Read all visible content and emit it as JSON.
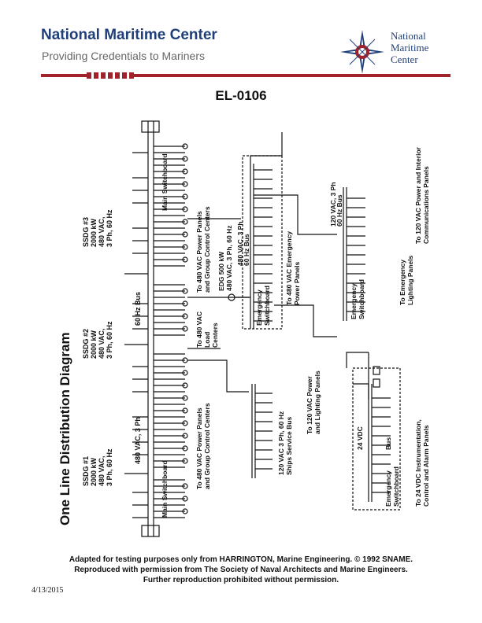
{
  "header": {
    "org_title": "National Maritime Center",
    "tagline": "Providing Credentials to Mariners",
    "logo_text_line1": "National",
    "logo_text_line2": "Maritime",
    "logo_text_line3": "Center",
    "logo_icon": "compass-seal-icon"
  },
  "document": {
    "id": "EL-0106"
  },
  "diagram": {
    "title": "One Line Distribution Diagram",
    "ssdg1": [
      "SSDG #1",
      "2000 kW",
      "480 VAC,",
      "3 Ph, 60 Hz"
    ],
    "ssdg2": [
      "SSDG #2",
      "2000 kW",
      "480 VAC,",
      "3 Ph, 60 Hz"
    ],
    "ssdg3": [
      "SSDG #3",
      "2000 kW",
      "480 VAC,",
      "3 Ph, 60 Hz"
    ],
    "bus_label_left": "480 VAC, 3 Ph",
    "bus_label_right": "60 Hz Bus",
    "main_switchboard_left": "Main Switchboard",
    "main_switchboard_right": "Main Switchboard",
    "feeder_left": [
      "To 480 VAC Power Panels",
      "and Group Control Centers"
    ],
    "feeder_mid": [
      "To 480 VAC",
      "Load",
      "Centers"
    ],
    "feeder_right": [
      "To 480 VAC Power Panels",
      "and Group Control Centers"
    ],
    "edg": [
      "EDG 500 kW",
      "480 VAC, 3 Ph, 60 Hz"
    ],
    "emergency_bus": [
      "480 VAC, 3 Ph",
      "60 Hz Bus"
    ],
    "emergency_switchboard": [
      "Emergency",
      "Switchboard"
    ],
    "emergency_power_panels": [
      "To 480 VAC Emergency",
      "Power Panels"
    ],
    "ships_service_bus": [
      "120 VAC 3 Ph, 60 Hz",
      "Ships Service Bus"
    ],
    "power_lighting_panels": [
      "To 120 VAC Power",
      "and Lighting Panels"
    ],
    "em_120_switchboard": [
      "Emergency",
      "Switchboard"
    ],
    "em_120_bus": [
      "120 VAC, 3 Ph",
      "60 Hz Bus"
    ],
    "em_lighting_panels": [
      "To Emergency",
      "Lighting Panels"
    ],
    "interior_comm_panels": [
      "To 120 VAC Power and Interior",
      "Communications Panels"
    ],
    "dc_switchboard": [
      "Emergency",
      "Switchboard"
    ],
    "dc_bus": [
      "24 VDC",
      "Bus"
    ],
    "dc_panels": [
      "To 24 VDC Instrumentation,",
      "Control and Alarm Panels"
    ]
  },
  "footer": {
    "credit_line1": "Adapted for testing purposes only from HARRINGTON,  Marine Engineering. © 1992 SNAME.",
    "credit_line2": "Reproduced with permission from The Society of Naval Architects and Marine Engineers.",
    "credit_line3": "Further reproduction prohibited without permission.",
    "date": "4/13/2015"
  },
  "colors": {
    "brand_blue": "#1f3f7a",
    "brand_red": "#a0222a"
  }
}
